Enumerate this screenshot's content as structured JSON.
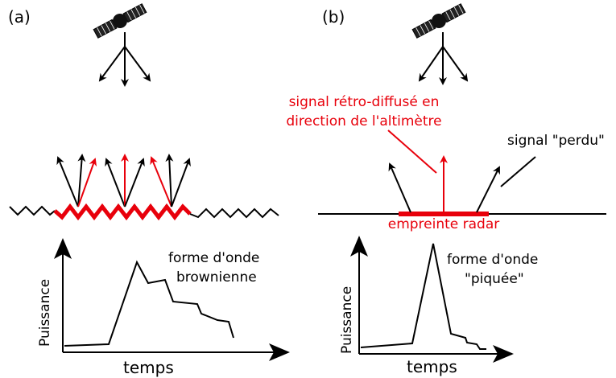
{
  "panel_a": {
    "label": "(a)",
    "waveform_label_line1": "forme d'onde",
    "waveform_label_line2": "brownienne",
    "y_axis_label": "Puissance",
    "x_axis_label": "temps"
  },
  "panel_b": {
    "label": "(b)",
    "backscatter_label_line1": "signal rétro-diffusé en",
    "backscatter_label_line2": "direction de l'altimètre",
    "lost_signal_label": "signal \"perdu\"",
    "footprint_label": "empreinte radar",
    "waveform_label_line1": "forme d'onde",
    "waveform_label_line2": "\"piquée\"",
    "y_axis_label": "Puissance",
    "x_axis_label": "temps"
  },
  "icons": [
    "satellite-icon",
    "satellite-icon"
  ],
  "colors": {
    "highlight": "#e8000b",
    "line": "#000000"
  }
}
